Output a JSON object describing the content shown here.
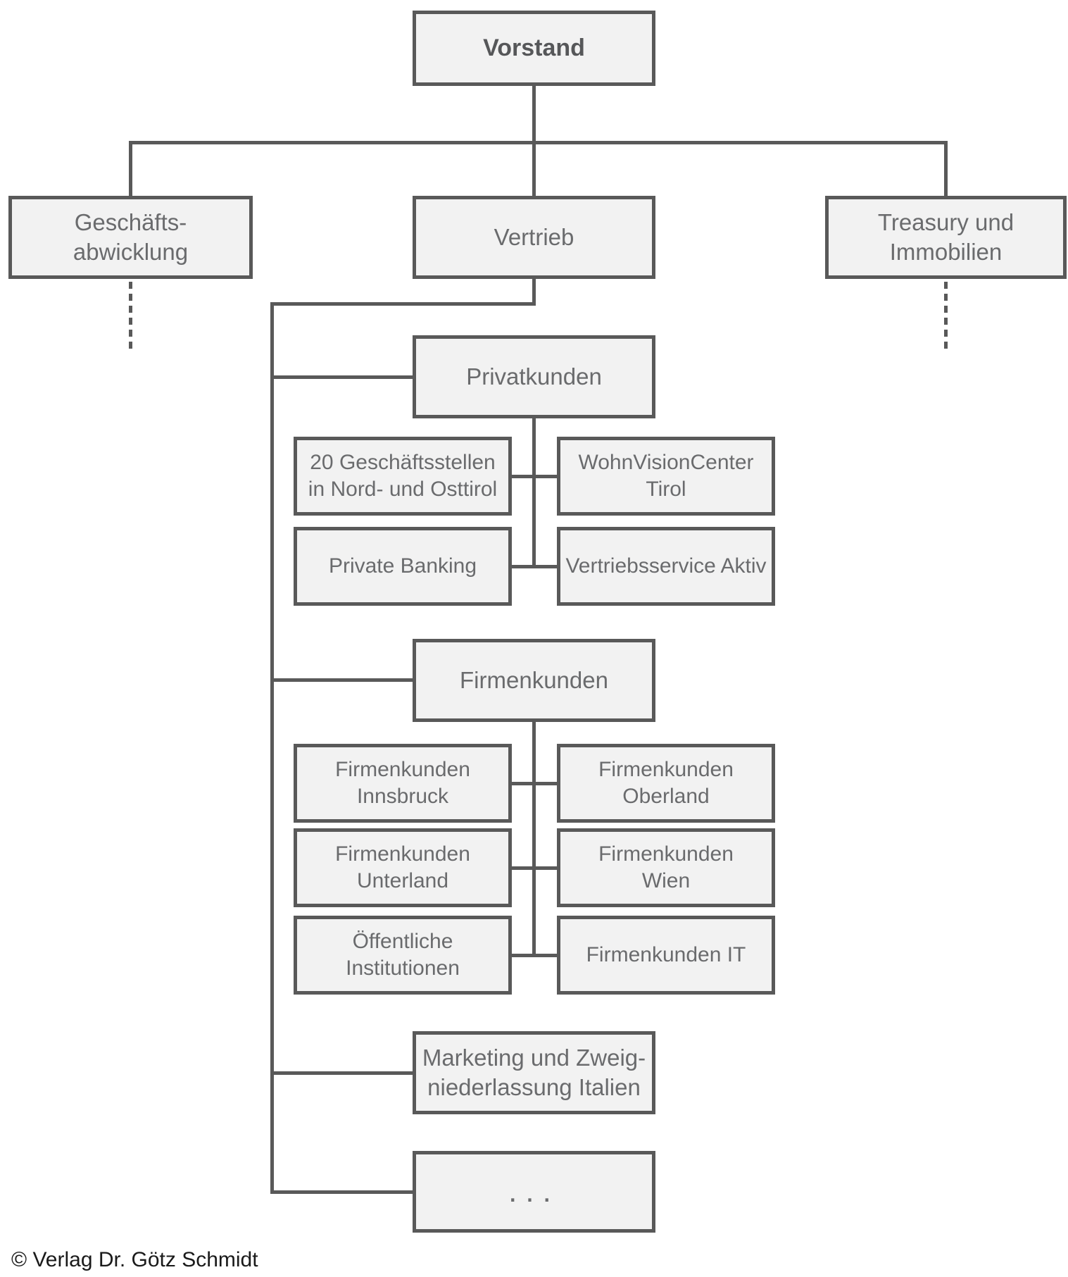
{
  "colors": {
    "box_fill": "#f2f2f2",
    "box_border": "#595959",
    "line": "#595959",
    "box_text": "#6a6b6d",
    "title_text": "#565759",
    "copyright_text": "#1a1a1a"
  },
  "page": {
    "copyright": "© Verlag Dr. Götz Schmidt"
  },
  "org_chart": {
    "type": "org-tree",
    "nodes": {
      "vorstand": "Vorstand",
      "geschaeftsabwicklung": "Geschäfts-\nabwicklung",
      "vertrieb": "Vertrieb",
      "treasury": "Treasury und\nImmobilien",
      "privatkunden": "Privatkunden",
      "geschaeftsstellen": "20 Geschäftsstellen\nin Nord- und Osttirol",
      "wohnvisioncenter": "WohnVisionCenter\nTirol",
      "private_banking": "Private Banking",
      "vertriebsservice": "Vertriebsservice Aktiv",
      "firmenkunden": "Firmenkunden",
      "fk_innsbruck": "Firmenkunden\nInnsbruck",
      "fk_oberland": "Firmenkunden\nOberland",
      "fk_unterland": "Firmenkunden\nUnterland",
      "fk_wien": "Firmenkunden\nWien",
      "oeffentliche_institutionen": "Öffentliche\nInstitutionen",
      "fk_it": "Firmenkunden IT",
      "marketing": "Marketing und Zweig-\nniederlassung Italien",
      "ellipsis": "..."
    },
    "edges": [
      [
        "vorstand",
        "geschaeftsabwicklung"
      ],
      [
        "vorstand",
        "vertrieb"
      ],
      [
        "vorstand",
        "treasury"
      ],
      [
        "vertrieb",
        "privatkunden"
      ],
      [
        "vertrieb",
        "firmenkunden"
      ],
      [
        "vertrieb",
        "marketing"
      ],
      [
        "vertrieb",
        "ellipsis"
      ],
      [
        "privatkunden",
        "geschaeftsstellen"
      ],
      [
        "privatkunden",
        "wohnvisioncenter"
      ],
      [
        "privatkunden",
        "private_banking"
      ],
      [
        "privatkunden",
        "vertriebsservice"
      ],
      [
        "firmenkunden",
        "fk_innsbruck"
      ],
      [
        "firmenkunden",
        "fk_oberland"
      ],
      [
        "firmenkunden",
        "fk_unterland"
      ],
      [
        "firmenkunden",
        "fk_wien"
      ],
      [
        "firmenkunden",
        "oeffentliche_institutionen"
      ],
      [
        "firmenkunden",
        "fk_it"
      ]
    ]
  }
}
